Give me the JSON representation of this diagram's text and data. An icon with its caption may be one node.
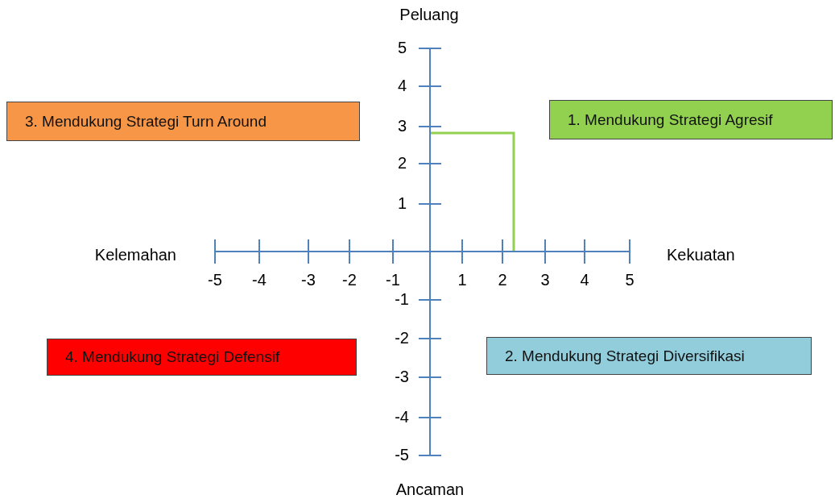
{
  "diagram": {
    "nodes": [
      {
        "text": [
          "3. Mendukung Strategi Turn Around"
        ]
      },
      {
        "text": [
          "1. Mendukung Strategi Agresif"
        ]
      },
      {
        "text": [
          "4. Mendukung Strategi Defensif"
        ]
      },
      {
        "text": [
          "2. Mendukung Strategi Diversifikasi"
        ]
      }
    ],
    "labels": [
      "Peluang",
      "5",
      "4",
      "3",
      "2",
      "1",
      "Kelemahan",
      "Kekuatan",
      "-5",
      "-4",
      "-3",
      "-2",
      "-1",
      "1",
      "2",
      "3",
      "4",
      "5",
      "-1",
      "-2",
      "-3",
      "-4",
      "-5",
      "Ancaman"
    ]
  }
}
